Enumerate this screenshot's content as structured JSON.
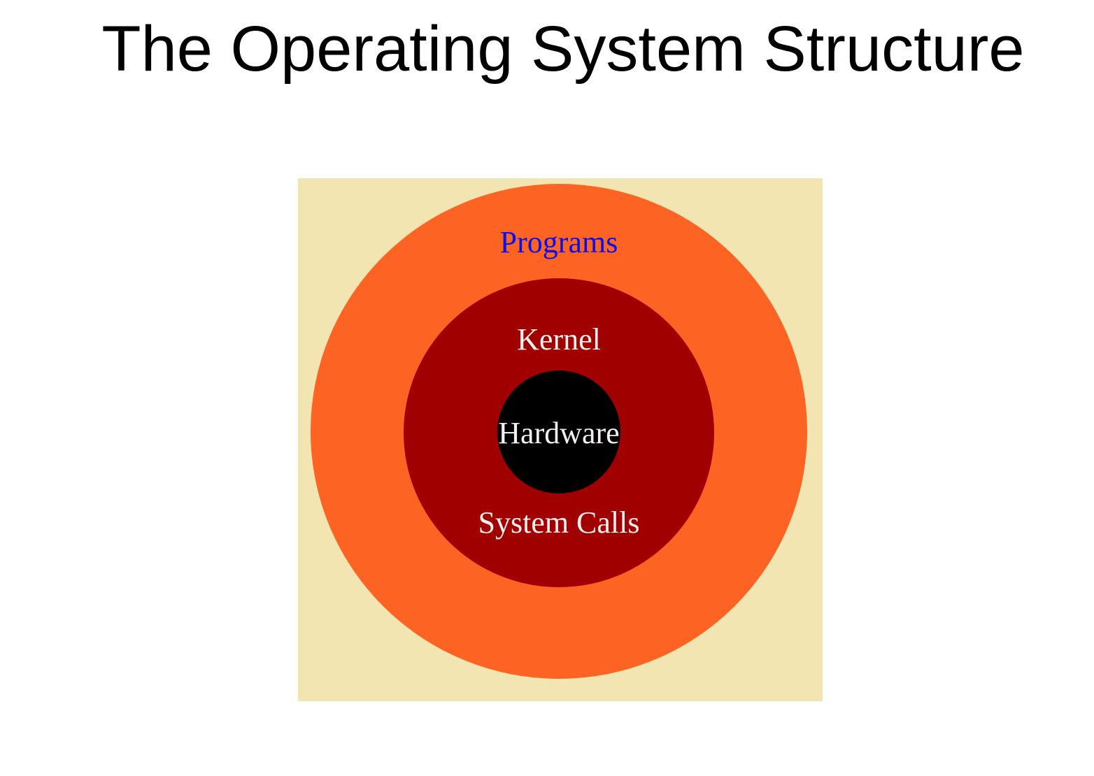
{
  "title": "The Operating System Structure",
  "diagram": {
    "layers": [
      {
        "label": "Programs"
      },
      {
        "label": "Kernel"
      },
      {
        "label": "Hardware"
      },
      {
        "label": "System Calls"
      }
    ],
    "colors": {
      "background": "#f3e5b1",
      "programs_ring": "#fd6322",
      "kernel_ring": "#a00100",
      "hardware_core": "#000000",
      "programs_text": "#0b10e9",
      "inner_text": "#f5eeee"
    }
  }
}
